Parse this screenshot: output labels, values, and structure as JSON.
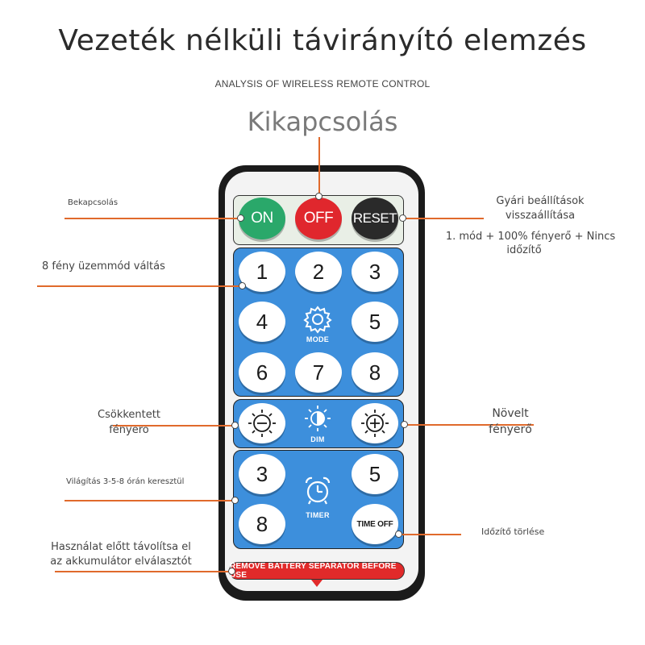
{
  "title": "Vezeték nélküli távirányító elemzés",
  "subtitle": "ANALYSIS OF WIRELESS REMOTE CONTROL",
  "off_heading": "Kikapcsolás",
  "labels": {
    "power_on": "Bekapcsolás",
    "reset_line1": "Gyári beállítások",
    "reset_line2": "visszaállítása",
    "reset_detail_line1": "1. mód + 100% fényerő + Nincs",
    "reset_detail_line2": "időzítő",
    "modes": "8 fény üzemmód váltás",
    "dim_down_line1": "Csökkentett",
    "dim_down_line2": "fényero",
    "dim_up_line1": "Növelt",
    "dim_up_line2": "fényerő",
    "timer": "Világítás 3-5-8 órán keresztül",
    "timer_off": "Időzítő törlése",
    "battery_line1": "Használat előtt távolítsa el",
    "battery_line2": "az akkumulátor elválasztót"
  },
  "remote": {
    "power_buttons": [
      {
        "label": "ON",
        "color": "#2aa86a"
      },
      {
        "label": "OFF",
        "color": "#e0272d"
      },
      {
        "label": "RESET",
        "color": "#2a2a2a"
      }
    ],
    "mode_buttons": [
      "1",
      "2",
      "3",
      "4",
      "5",
      "6",
      "7",
      "8"
    ],
    "mode_caption": "MODE",
    "dim_caption": "DIM",
    "timer_buttons": [
      "3",
      "5",
      "8"
    ],
    "timer_caption": "TIMER",
    "timer_off_label": "TIME OFF",
    "battery_strip": "REMOVE BATTERY SEPARATOR BEFORE USE",
    "panel_color": "#3d8fdc",
    "accent_line_color": "#e06a2c"
  }
}
